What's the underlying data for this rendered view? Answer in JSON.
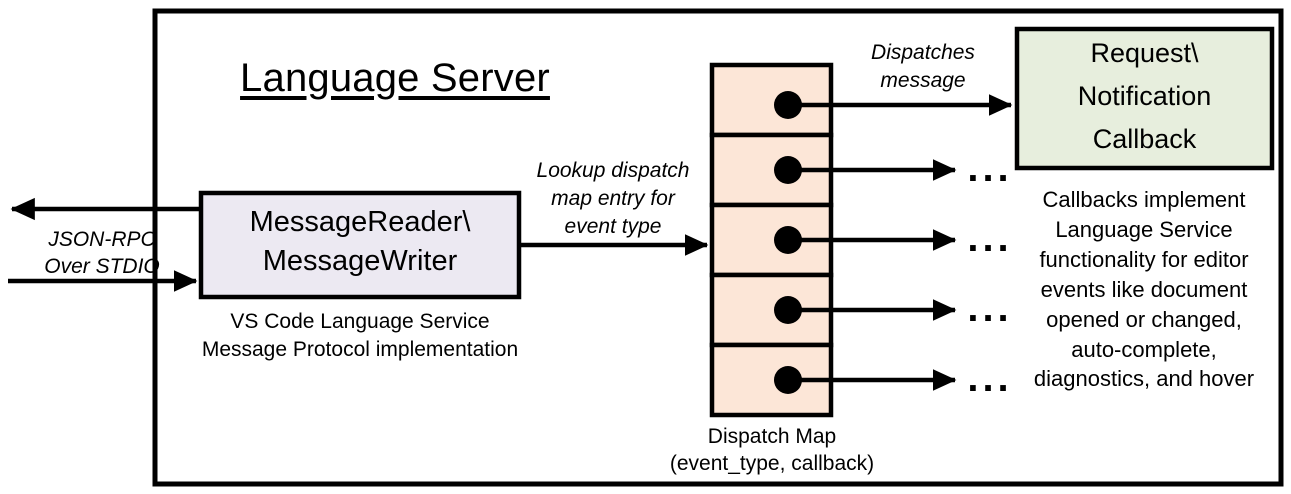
{
  "diagram": {
    "title": "Language Server",
    "colors": {
      "reader_box_fill": "#ece9f2",
      "dispatch_cell_fill": "#fce6d7",
      "callback_box_fill": "#e7eedd",
      "stroke": "#000000",
      "background": "#ffffff"
    },
    "outer_container": {
      "label": "Language Server"
    },
    "reader_box": {
      "line1": "MessageReader\\",
      "line2": "MessageWriter",
      "caption_line1": "VS Code Language Service",
      "caption_line2": "Message Protocol implementation"
    },
    "io_labels": {
      "line1": "JSON-RPC",
      "line2": "Over STDIO"
    },
    "lookup_label": {
      "line1": "Lookup dispatch",
      "line2": "map entry for",
      "line3": "event type"
    },
    "dispatch_label": {
      "line1": "Dispatches",
      "line2": "message"
    },
    "dispatch_map": {
      "caption_line1": "Dispatch Map",
      "caption_line2": "(event_type, callback)",
      "rows": [
        {
          "index": 1,
          "target": "callback-box"
        },
        {
          "index": 2,
          "target": "ellipsis"
        },
        {
          "index": 3,
          "target": "ellipsis"
        },
        {
          "index": 4,
          "target": "ellipsis"
        },
        {
          "index": 5,
          "target": "ellipsis"
        }
      ],
      "ellipsis_glyph": "..."
    },
    "callback_box": {
      "line1": "Request\\",
      "line2": "Notification",
      "line3": "Callback",
      "caption": "Callbacks implement\nLanguage Service\nfunctionality for editor\nevents like document\nopened or changed,\nauto-complete,\ndiagnostics, and hover"
    }
  }
}
